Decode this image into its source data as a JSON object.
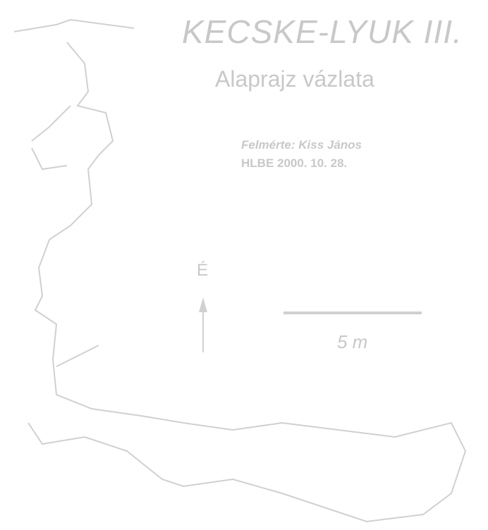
{
  "title": "KECSKE-LYUK III.",
  "subtitle": "Alaprajz vázlata",
  "surveyor": "Felmérte: Kiss János",
  "club_date": "HLBE  2000. 10. 28.",
  "north_label": "É",
  "scale_label": "5 m",
  "line_color": "#f2f2f2"
}
